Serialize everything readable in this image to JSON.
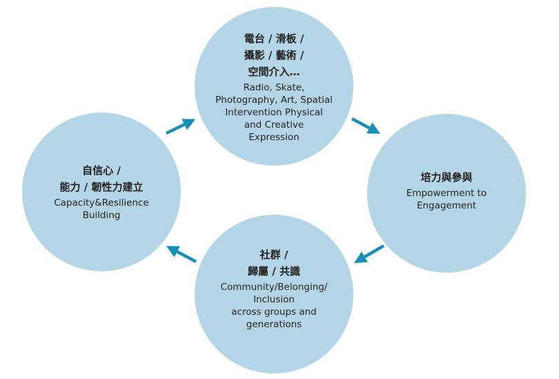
{
  "colors": {
    "circle": "#b3d5e5",
    "arrow": "#1a8fb5",
    "text": "#231f20"
  },
  "nodes": [
    {
      "id": "top",
      "zh": [
        "電台 / 滑板 /",
        "攝影 / 藝術 /",
        "空間介入…"
      ],
      "en": [
        "Radio, Skate,",
        "Photography, Art, Spatial",
        "Intervention Physical",
        "and Creative",
        "Expression"
      ]
    },
    {
      "id": "right",
      "zh": [
        "培力與參與"
      ],
      "en": [
        "Empowerment to",
        "Engagement"
      ]
    },
    {
      "id": "bottom",
      "zh": [
        "社群 /",
        "歸屬 / 共識"
      ],
      "en": [
        "Community/Belonging/",
        "Inclusion",
        "across groups and",
        "generations"
      ]
    },
    {
      "id": "left",
      "zh": [
        "自信心 /",
        "能力 / 韌性力建立"
      ],
      "en": [
        "Capacity&Resilience",
        "Building"
      ]
    }
  ]
}
